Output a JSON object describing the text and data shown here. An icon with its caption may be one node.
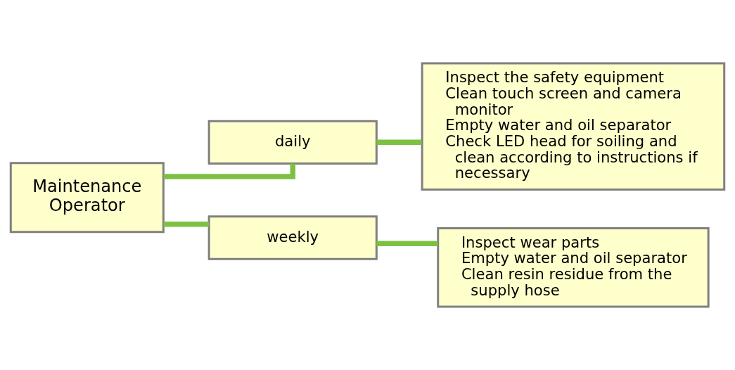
{
  "diagram": {
    "nodes": [
      {
        "text": [
          "Maintenance Operator"
        ]
      },
      {
        "text": [
          "daily"
        ]
      },
      {
        "text": [
          "Inspect the safety equipment",
          "Clean touch screen and camera monitor",
          "Empty water and oil separator",
          "Check LED head for soiling and clean according to instructions if necessary"
        ]
      },
      {
        "text": [
          "weekly"
        ]
      },
      {
        "text": [
          "Inspect wear parts",
          "Empty water and oil separator",
          "Clean resin residue from the supply hose"
        ]
      }
    ],
    "edges": [
      {
        "from": 0,
        "to": 1,
        "arrow": "none"
      },
      {
        "from": 1,
        "to": 2,
        "arrow": "none"
      },
      {
        "from": 0,
        "to": 3,
        "arrow": "none"
      },
      {
        "from": 3,
        "to": 4,
        "arrow": "none"
      }
    ]
  }
}
